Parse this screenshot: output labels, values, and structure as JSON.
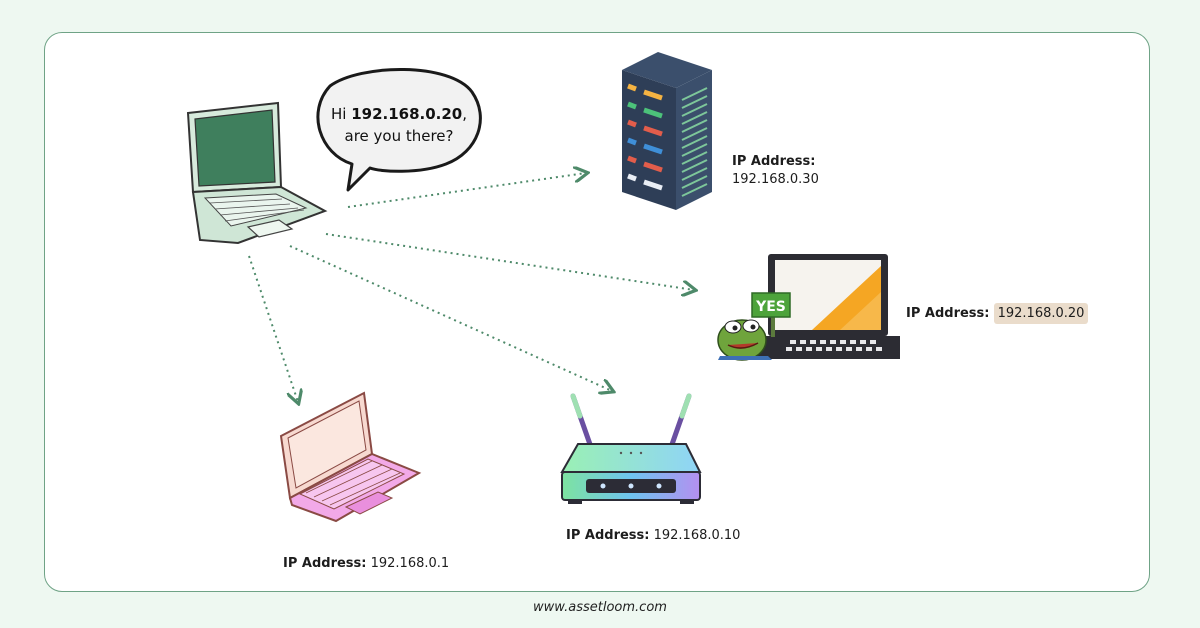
{
  "bubble": {
    "greeting": "Hi",
    "target_ip": "192.168.0.20",
    "comma": ",",
    "question": "are you there?"
  },
  "devices": {
    "server": {
      "label": "IP Address:",
      "ip": "192.168.0.30"
    },
    "laptop_target": {
      "label": "IP Address:",
      "ip": "192.168.0.20",
      "badge": "YES"
    },
    "router": {
      "label": "IP Address:",
      "ip": "192.168.0.10"
    },
    "laptop_pink": {
      "label": "IP Address:",
      "ip": "192.168.0.1"
    }
  },
  "footer": {
    "site": "www.assetloom.com"
  },
  "colors": {
    "background": "#eef8f1",
    "card_border": "#6fa386",
    "arrow": "#4e8a6a",
    "highlight": "#eadccb"
  }
}
